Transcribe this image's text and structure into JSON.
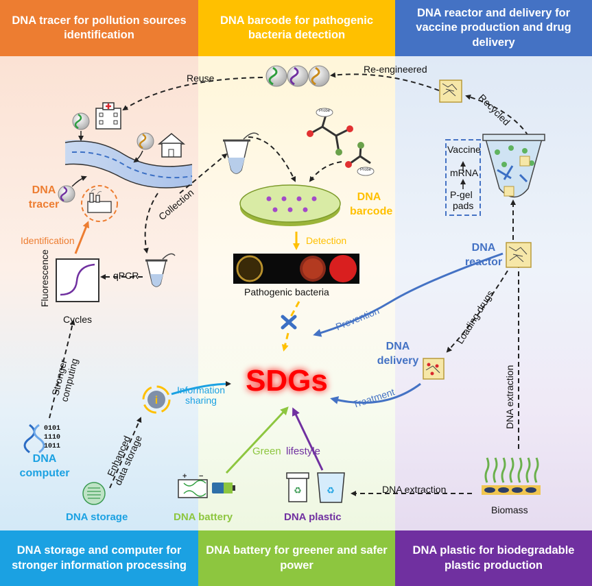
{
  "headers": {
    "top_left": "DNA tracer for pollution sources identification",
    "top_center": "DNA barcode for pathogenic bacteria detection",
    "top_right": "DNA reactor and delivery for vaccine production and drug delivery",
    "bottom_left": "DNA storage and computer for stronger information processing",
    "bottom_center": "DNA battery for greener and safer power",
    "bottom_right": "DNA plastic for biodegradable plastic production"
  },
  "colors": {
    "orange": "#ED7D31",
    "yellow": "#FFC000",
    "blue": "#4472C4",
    "cyan": "#1BA1E2",
    "green": "#8DC63F",
    "purple": "#7030A0",
    "sdgs_red": "#FF0000"
  },
  "center": {
    "title": "SDGs"
  },
  "labels": {
    "reuse": "Reuse",
    "re_engineered": "Re-engineered",
    "recycled": "Recycled",
    "collection": "Collection",
    "dna_tracer": "DNA tracer",
    "identification": "Identification",
    "qpcr": "qPCR",
    "fluorescence": "Fluorescence",
    "cycles": "Cycles",
    "dna_barcode": "DNA barcode",
    "detection": "Detection",
    "pathogenic_bacteria": "Pathogenic bacteria",
    "probe": "Probe",
    "vaccine": "Vaccine",
    "mrna": "mRNA",
    "pgel": "P-gel",
    "pads": "pads",
    "dna_reactor": "DNA reactor",
    "prevention": "Prevention",
    "loading_drugs": "Loading drugs",
    "dna_delivery": "DNA delivery",
    "treatment": "Treatment",
    "dna_extraction_vertical": "DNA extraction",
    "dna_extraction_horizontal": "DNA extraction",
    "biomass": "Biomass",
    "stronger_computing": "Stronger computing",
    "information_sharing": "Information sharing",
    "enhanced_data_storage": "Enhanced data storage",
    "binary": [
      "0101",
      "1110",
      "1011"
    ],
    "dna_computer": "DNA computer",
    "dna_storage": "DNA storage",
    "dna_battery": "DNA battery",
    "dna_plastic": "DNA plastic",
    "green": "Green",
    "lifestyle": "lifestyle"
  }
}
